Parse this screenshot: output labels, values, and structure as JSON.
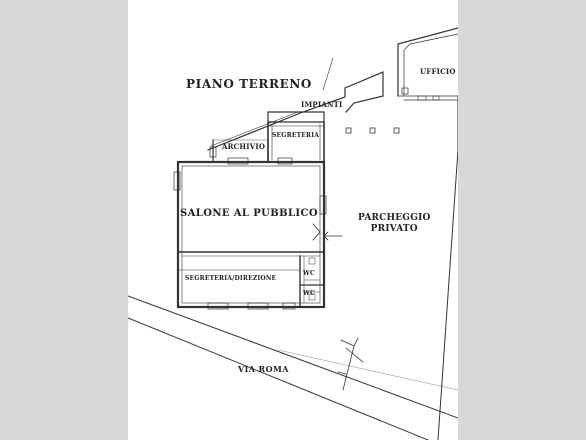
{
  "plan": {
    "title": "PIANO TERRENO",
    "rooms": {
      "ufficio": "UFFICIO",
      "impianti": "IMPIANTI",
      "segreteria": "SEGRETERIA",
      "archivio": "ARCHIVIO",
      "salone": "SALONE AL PUBBLICO",
      "segreteria_direzione": "SEGRETERIA/DIREZIONE",
      "wc_upper": "WC",
      "wc_lower": "WC"
    },
    "parking": {
      "line1": "PARCHEGGIO",
      "line2": "PRIVATO"
    },
    "street": "VIA ROMA"
  },
  "colors": {
    "background": "#d8d8d8",
    "sheet": "#ffffff",
    "ink": "#222222"
  },
  "icons": {
    "north_arrow": "north-arrow-icon",
    "entrance_arrow": "entrance-arrow-icon"
  }
}
